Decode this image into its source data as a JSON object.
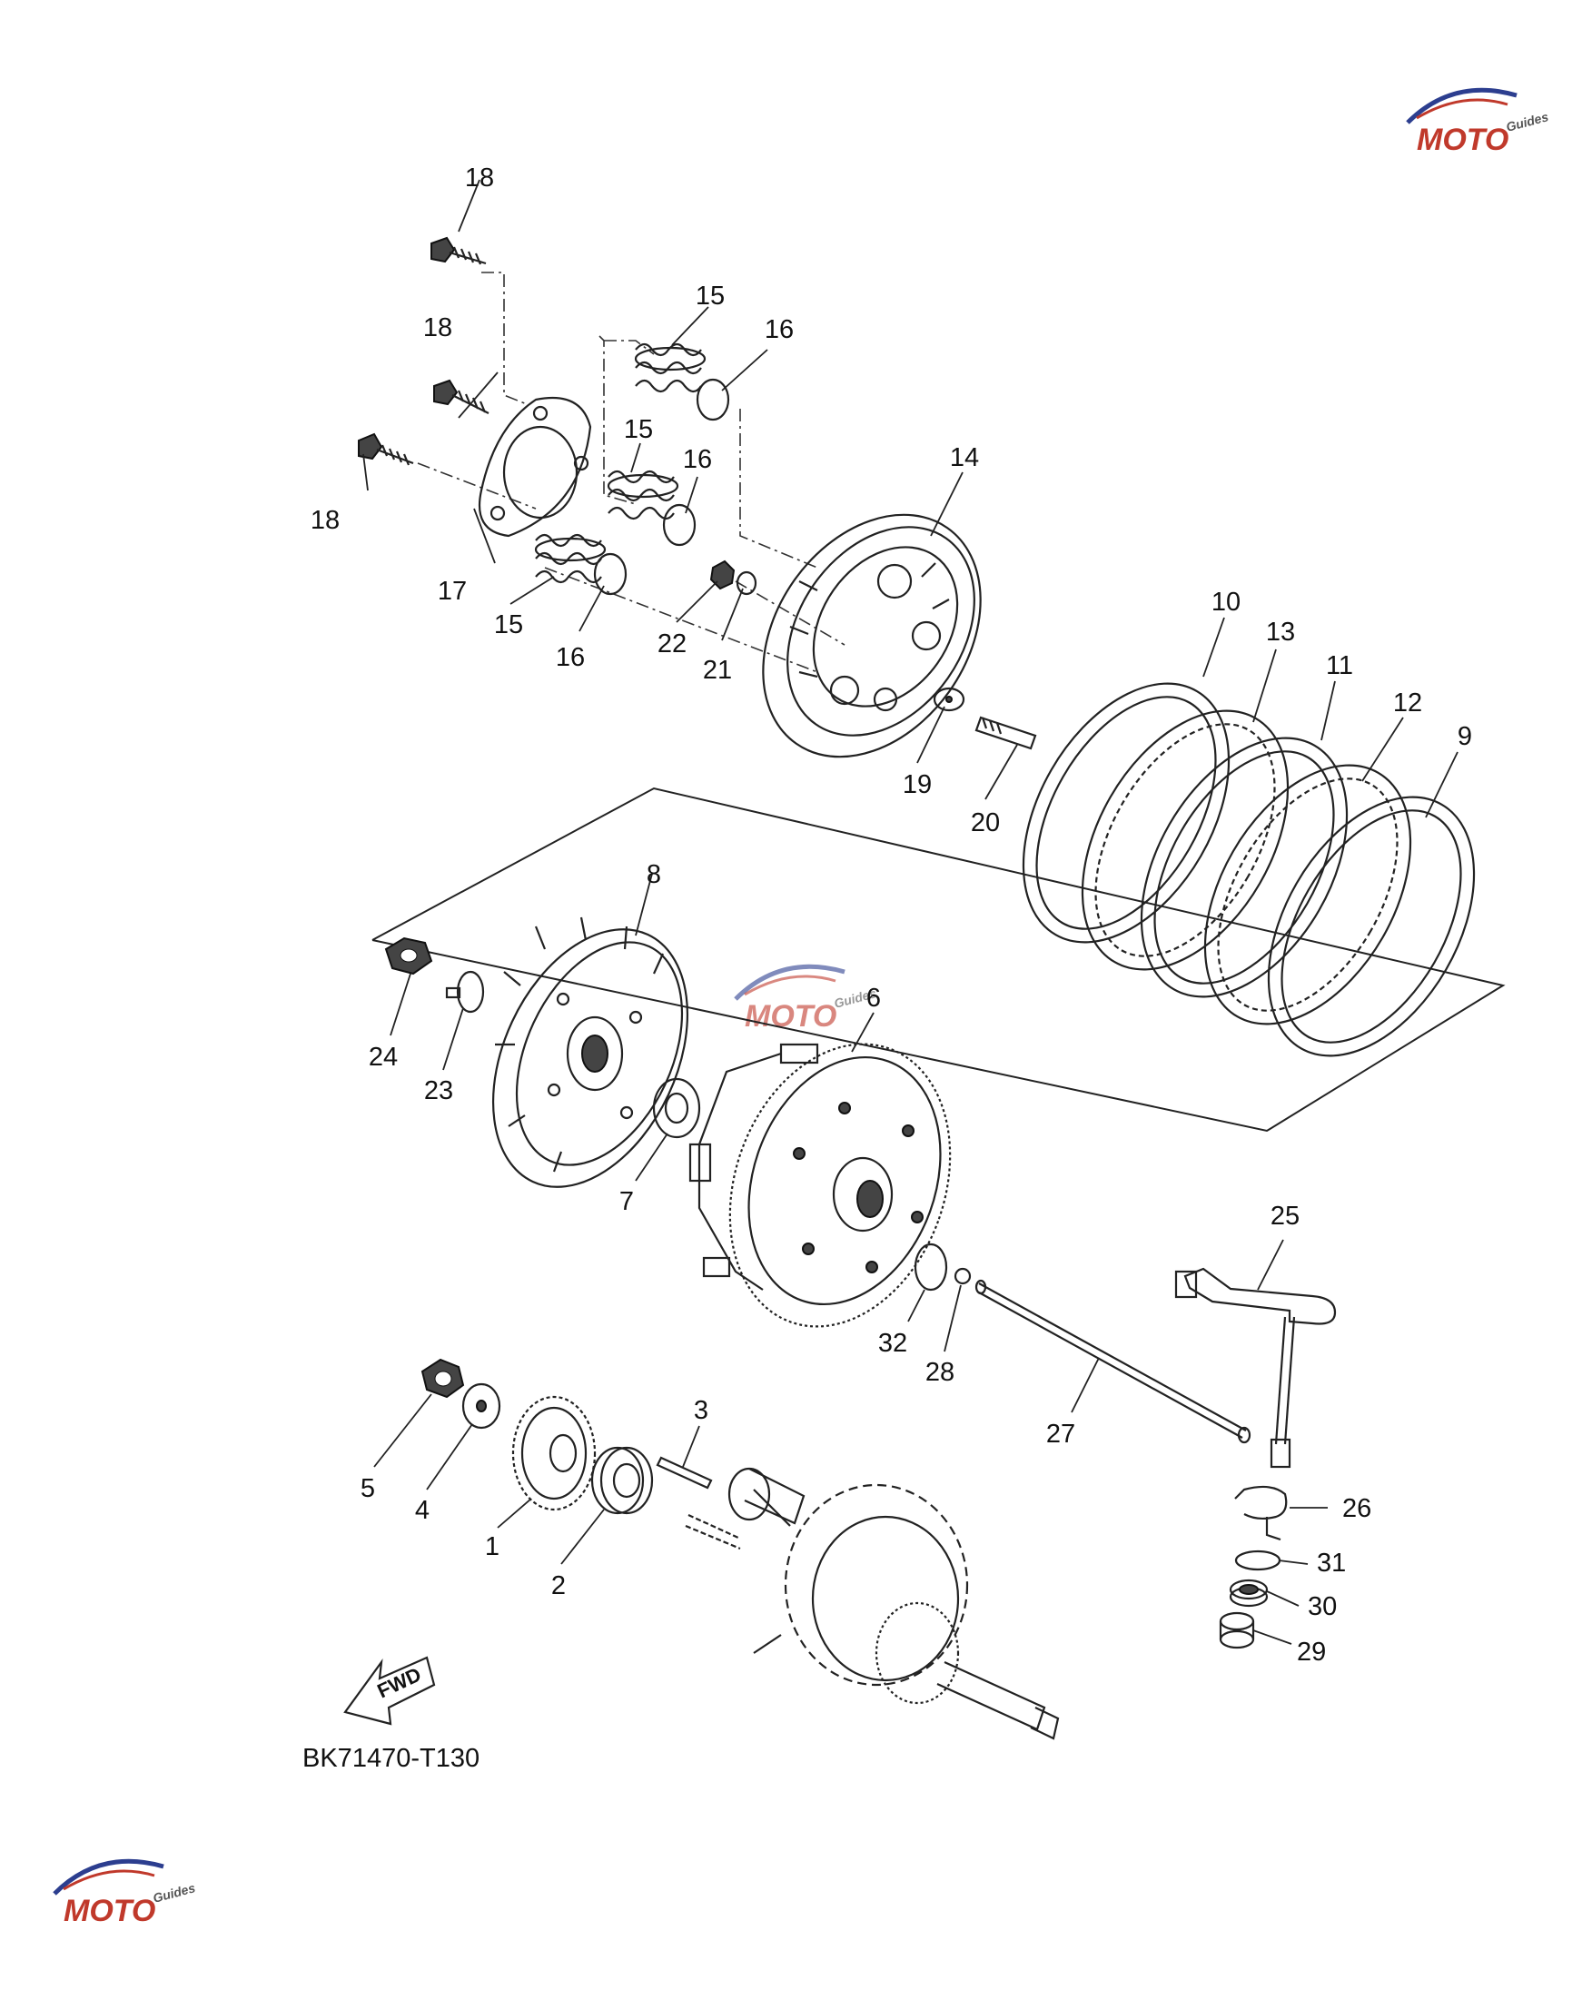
{
  "diagram": {
    "code": "BK71470-T130",
    "direction_label": "FWD",
    "callouts": [
      "1",
      "2",
      "3",
      "4",
      "5",
      "6",
      "7",
      "8",
      "9",
      "10",
      "11",
      "12",
      "13",
      "14",
      "15",
      "16",
      "17",
      "18",
      "19",
      "20",
      "21",
      "22",
      "23",
      "24",
      "25",
      "26",
      "27",
      "28",
      "29",
      "30",
      "31",
      "32"
    ]
  },
  "watermark": {
    "text": "MOTO",
    "subtext": "Guides",
    "accent": "#c0392b",
    "blue": "#2c3e8f"
  },
  "colors": {
    "line": "#222222",
    "background": "#ffffff"
  }
}
